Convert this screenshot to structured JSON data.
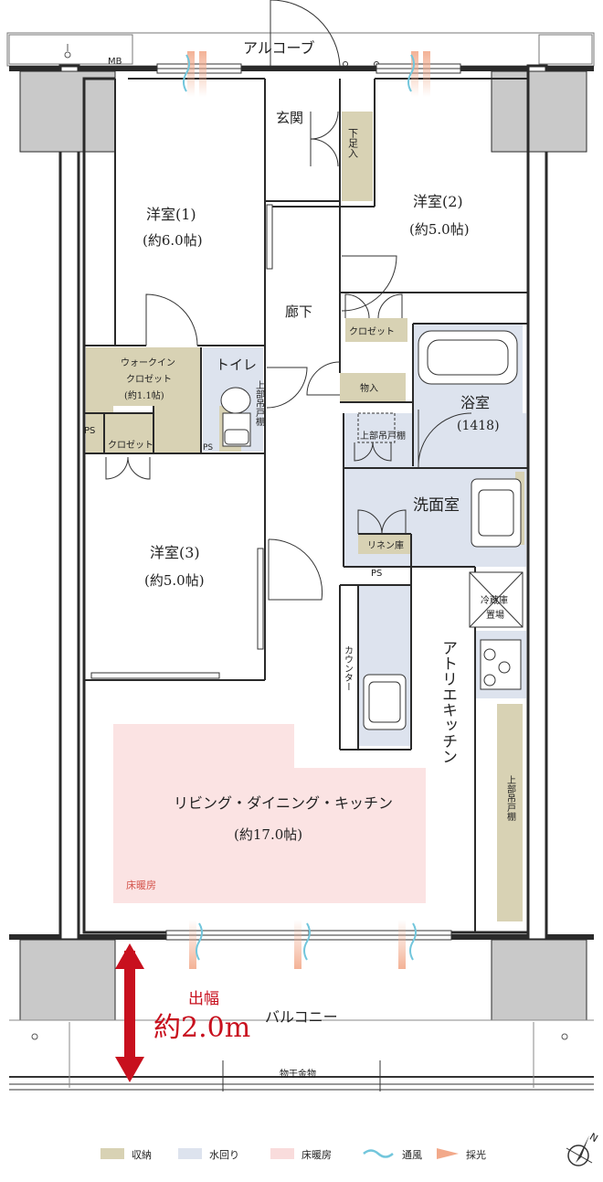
{
  "labels": {
    "alcove": "アルコーブ",
    "mb": "MB",
    "entrance": "玄関",
    "shoe_storage": "下足入",
    "room1_name": "洋室(1)",
    "room1_size": "(約6.0帖)",
    "room2_name": "洋室(2)",
    "room2_size": "(約5.0帖)",
    "corridor": "廊下",
    "closet_right": "クロゼット",
    "walkin_line1": "ウォークイン",
    "walkin_line2": "クロゼット",
    "walkin_size": "(約1.1帖)",
    "toilet": "トイレ",
    "upper_shelf_toilet": "上部吊戸棚",
    "storage": "物入",
    "bath_name": "浴室",
    "bath_size": "(1418)",
    "ps_left": "PS",
    "closet_left": "クロゼット",
    "ps_small": "PS",
    "upper_shelf_wash": "上部吊戸棚",
    "washroom": "洗面室",
    "linen": "リネン庫",
    "ps_wash": "PS",
    "fridge_line1": "冷蔵庫",
    "fridge_line2": "置場",
    "room3_name": "洋室(3)",
    "room3_size": "(約5.0帖)",
    "counter": "カウンター",
    "atelier_kitchen": "アトリエキッチン",
    "upper_shelf_kitchen": "上部吊戸棚",
    "ldk_name": "リビング・ダイニング・キッチン",
    "ldk_size": "(約17.0帖)",
    "floor_heating": "床暖房",
    "depth_label": "出幅",
    "depth_value": "約2.0m",
    "balcony": "バルコニー",
    "drying_rack": "物干金物"
  },
  "legend": [
    {
      "label": "収納",
      "color": "#d8d2b4"
    },
    {
      "label": "水回り",
      "color": "#dde3ee"
    },
    {
      "label": "床暖房",
      "color": "#f9dcdc"
    },
    {
      "label": "通風",
      "color": "#72c6dc"
    },
    {
      "label": "採光",
      "color": "#f2a98a"
    }
  ],
  "compass": "N",
  "colors": {
    "storage": "#d8d2b4",
    "water": "#dde3ee",
    "floor_heating": "#fbe3e3",
    "wall": "#2a2a2a",
    "column": "#c9c9c9",
    "accent_red": "#c8101e"
  }
}
